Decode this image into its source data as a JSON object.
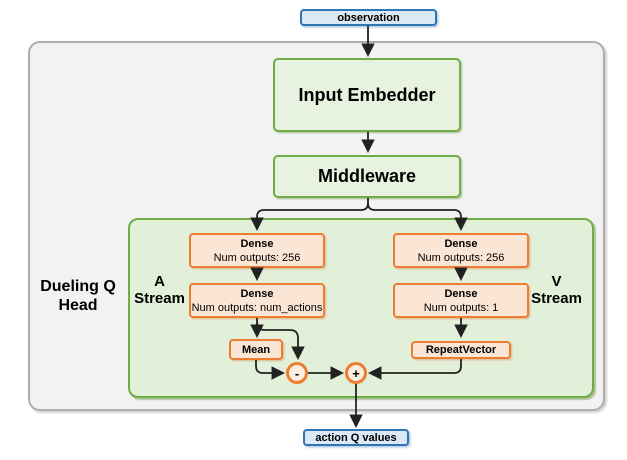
{
  "colors": {
    "io_fill": "#DBE9F6",
    "io_border": "#2E75B6",
    "green_fill": "#E8F2E1",
    "green_border": "#6FAC46",
    "panel_green_fill": "#E2EFD9",
    "orange_fill": "#FBE5D5",
    "orange_border": "#ED7D31",
    "circle_fill": "#FDEEE2",
    "gray_fill": "#F2F2F2",
    "gray_border": "#AEAEAE",
    "line": "#222222"
  },
  "io": {
    "observation": "observation",
    "action_q_values": "action Q values"
  },
  "blocks": {
    "input_embedder": "Input Embedder",
    "middleware": "Middleware"
  },
  "dueling_head": {
    "label_line1": "Dueling Q",
    "label_line2": "Head",
    "a_stream": {
      "label_line1": "A",
      "label_line2": "Stream",
      "dense1": {
        "name": "Dense",
        "detail": "Num outputs: 256"
      },
      "dense2": {
        "name": "Dense",
        "detail": "Num outputs: num_actions"
      },
      "mean": "Mean"
    },
    "v_stream": {
      "label_line1": "V",
      "label_line2": "Stream",
      "dense1": {
        "name": "Dense",
        "detail": "Num outputs: 256"
      },
      "dense2": {
        "name": "Dense",
        "detail": "Num outputs: 1"
      },
      "repeat_vector": "RepeatVector"
    },
    "operators": {
      "subtract": "-",
      "add": "+"
    }
  }
}
